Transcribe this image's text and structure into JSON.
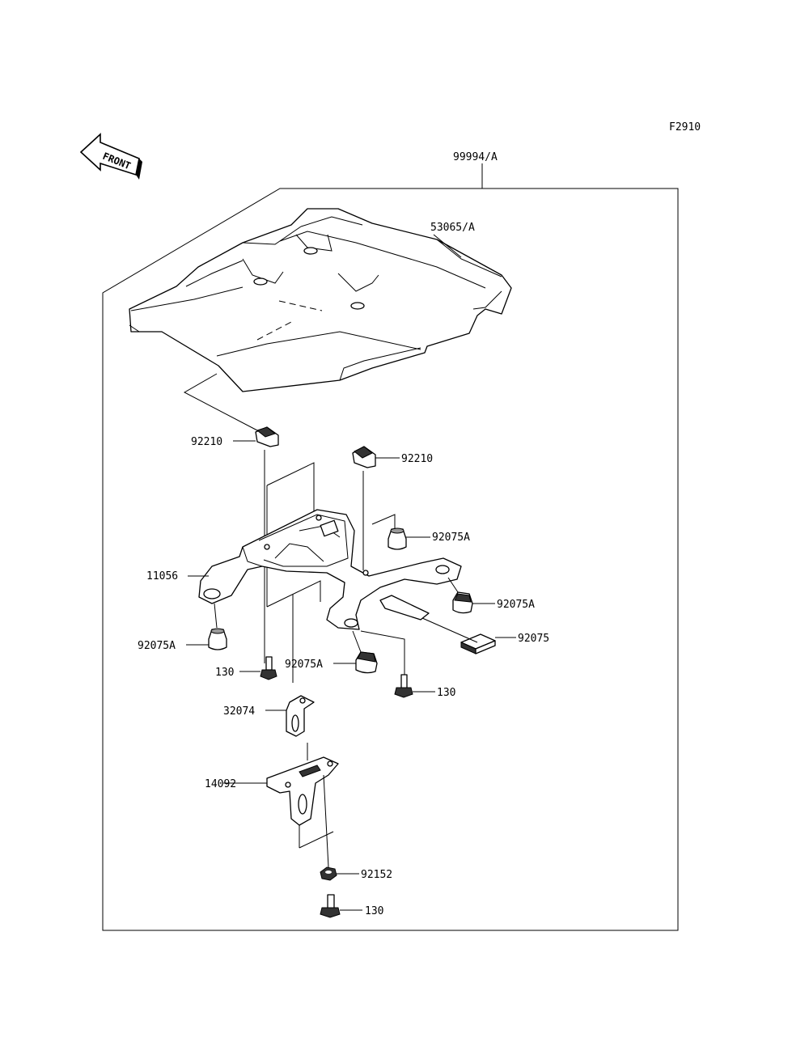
{
  "figure_code": "F2910",
  "front_indicator": "FRONT",
  "parts": {
    "kit": "99994/A",
    "seat_cover": "53065/A",
    "clip_left": "92210",
    "clip_right": "92210",
    "bracket": "11056",
    "damper_upper_right": "92075A",
    "damper_right": "92075A",
    "damper_left": "92075A",
    "damper_center": "92075A",
    "pad": "92075",
    "bolt_left": "130",
    "bolt_right": "130",
    "bolt_bottom": "130",
    "stay": "32074",
    "lock_plate": "14092",
    "nut": "92152"
  }
}
